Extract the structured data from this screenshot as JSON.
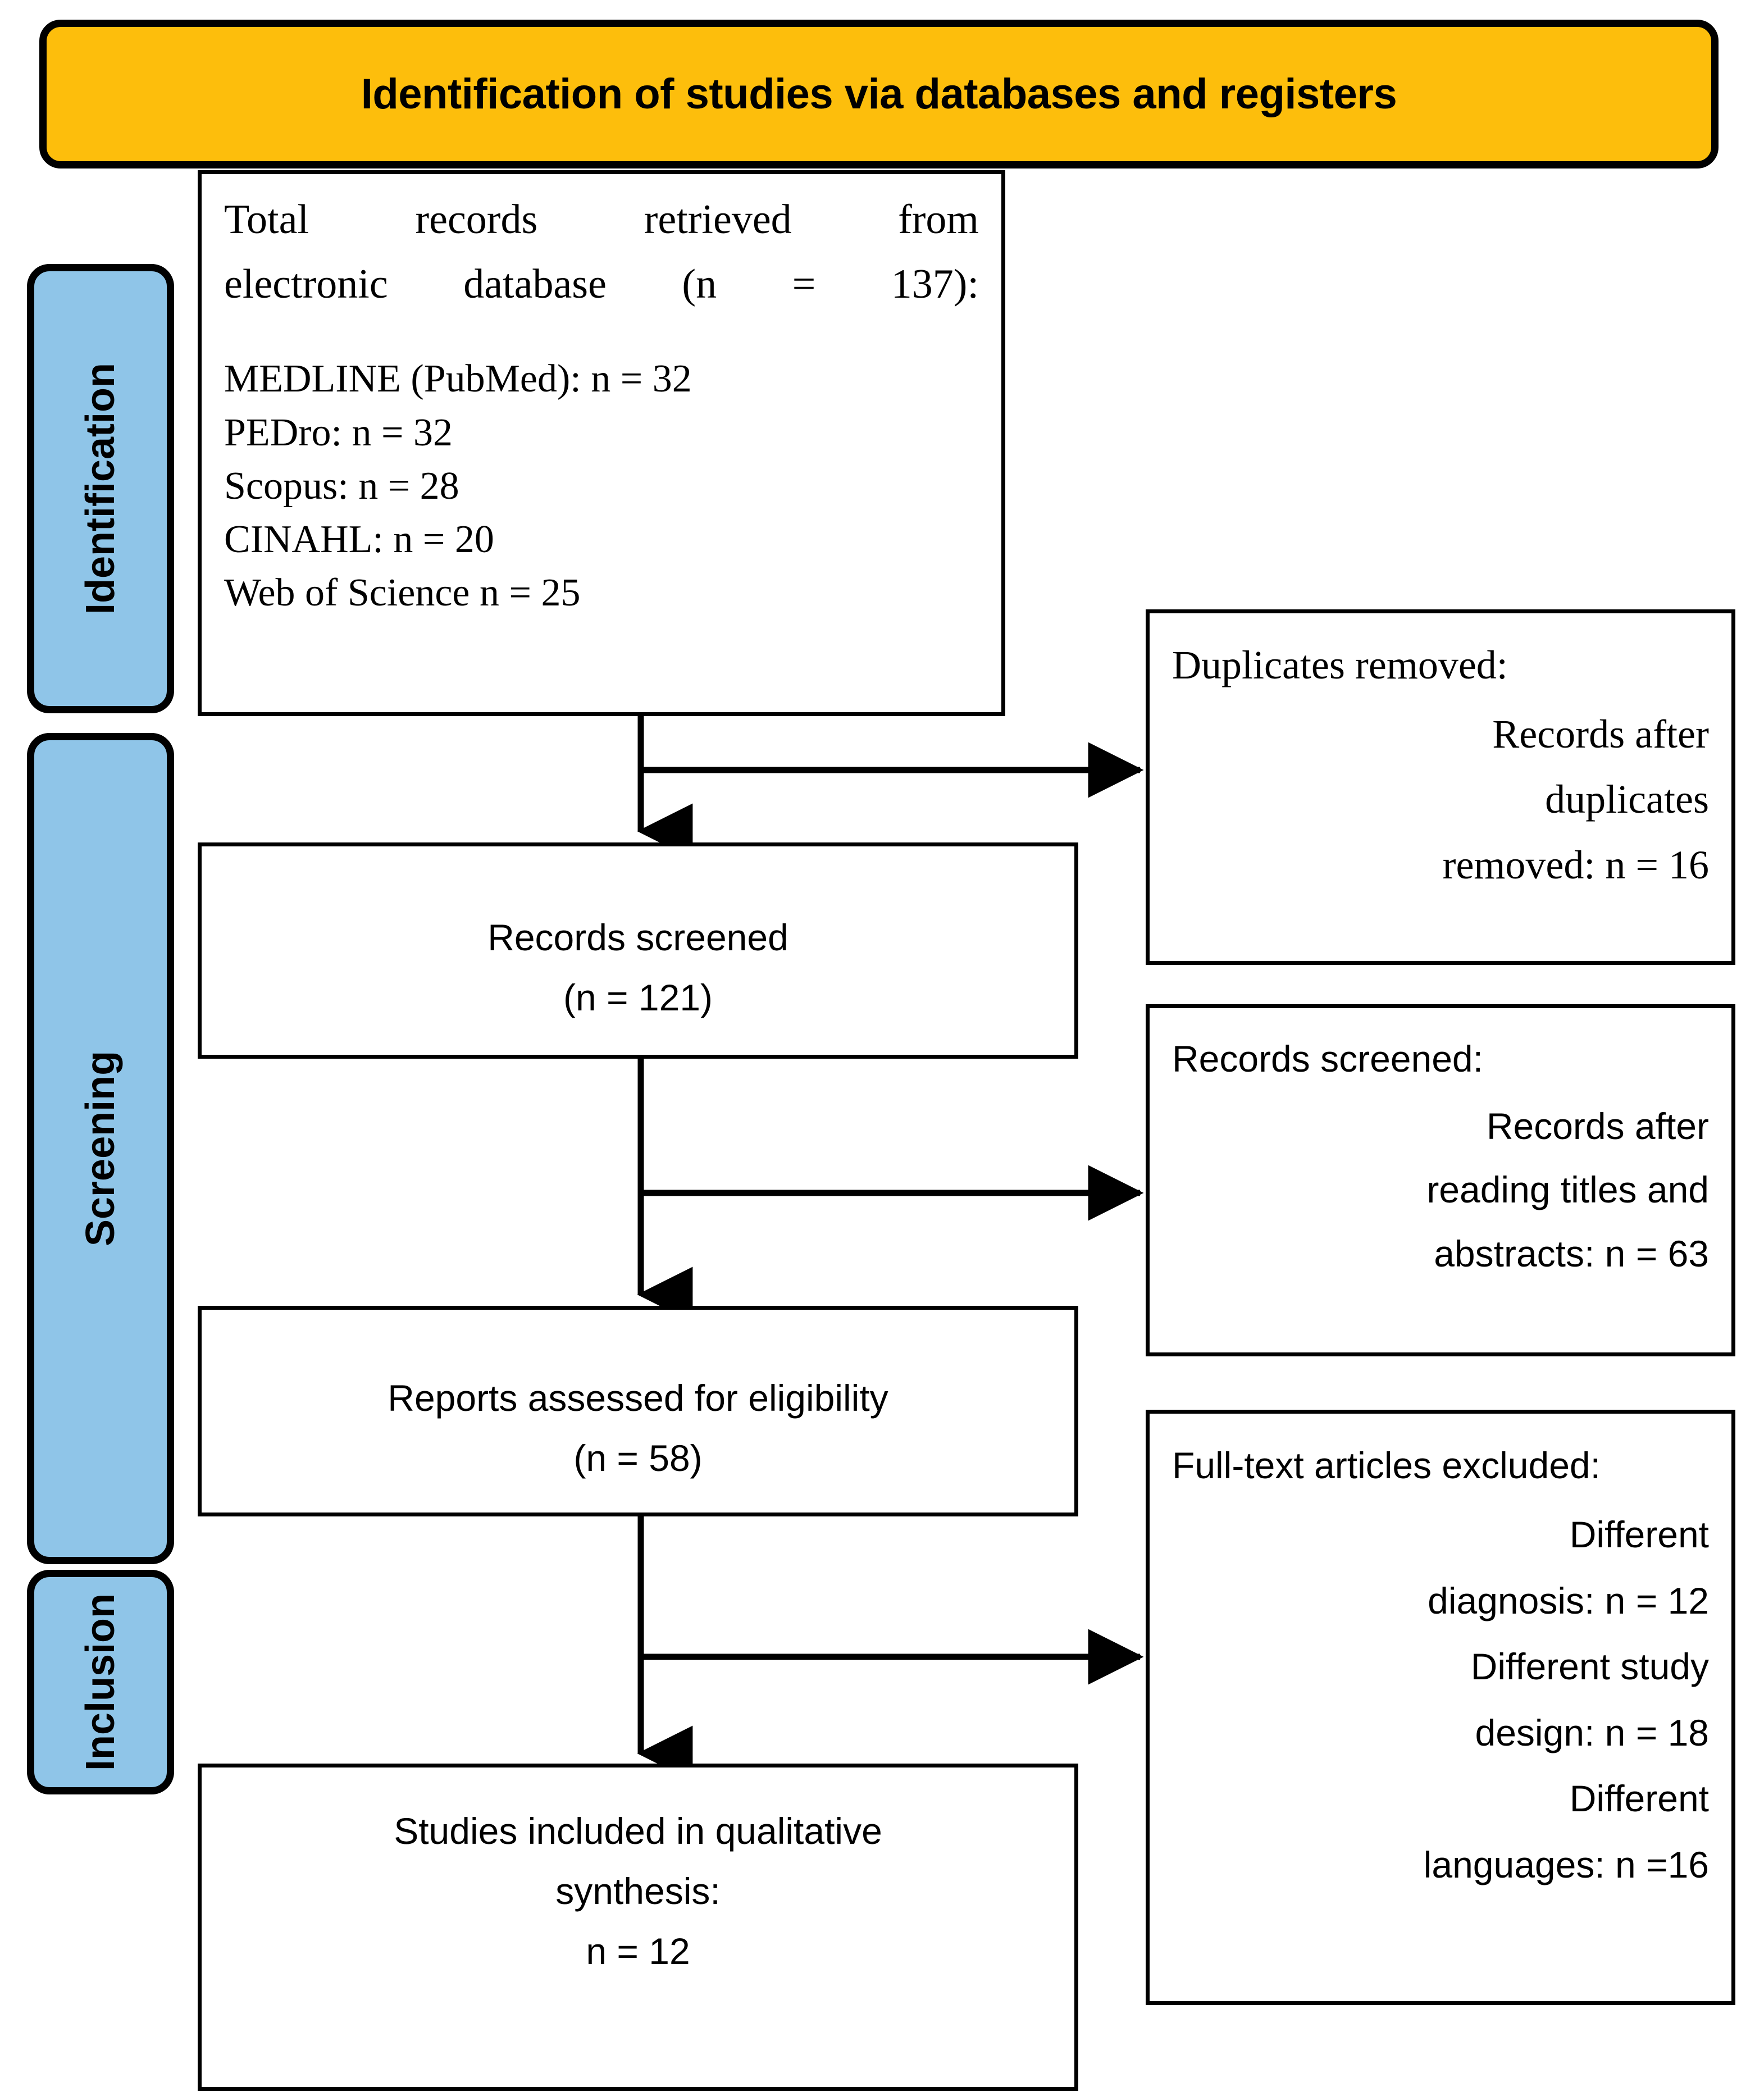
{
  "banner": {
    "title": "Identification of studies via databases and registers",
    "fill_color": "#FDBE0C",
    "border_color": "#000000"
  },
  "rail": {
    "fill_color": "#8FC5E8",
    "stages": [
      {
        "label": "Identification"
      },
      {
        "label": "Screening"
      },
      {
        "label": "Inclusion"
      }
    ]
  },
  "sources_box": {
    "heading_line1": "Total records retrieved from",
    "heading_line2": "electronic database (n = 137):",
    "databases": [
      "MEDLINE (PubMed): n = 32",
      "PEDro: n = 32",
      "Scopus: n = 28",
      "CINAHL: n = 20",
      "Web of Science n = 25"
    ]
  },
  "flow": {
    "screened": {
      "label": "Records screened",
      "count": "(n = 121)"
    },
    "eligible": {
      "label": "Reports assessed for eligibility",
      "count": "(n = 58)"
    },
    "included": {
      "label_line1": "Studies included in qualitative",
      "label_line2": "synthesis:",
      "count": "n = 12"
    }
  },
  "exclusions": {
    "duplicates": {
      "title": "Duplicates removed:",
      "lines": [
        "Records after",
        "duplicates",
        "removed: n = 16"
      ]
    },
    "records_screened": {
      "title": "Records screened:",
      "lines": [
        "Records after",
        "reading titles and",
        "abstracts: n = 63"
      ]
    },
    "fulltext": {
      "title": "Full-text articles excluded:",
      "lines": [
        "Different",
        "diagnosis: n = 12",
        "Different study",
        "design: n = 18",
        "Different",
        "languages: n =16"
      ]
    }
  }
}
